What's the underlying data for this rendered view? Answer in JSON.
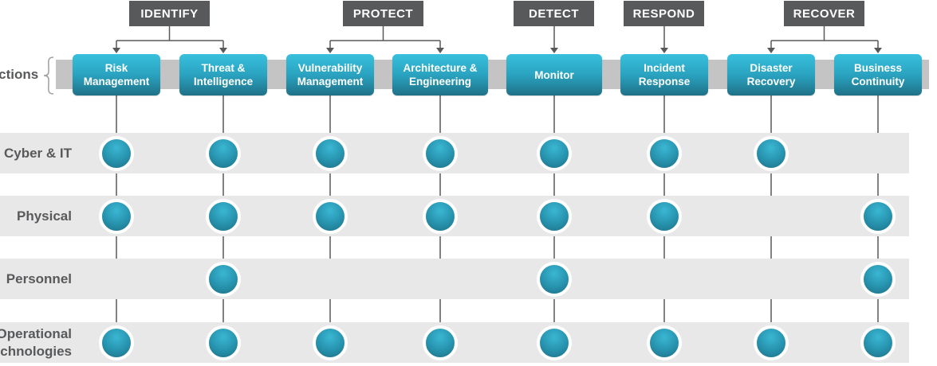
{
  "colors": {
    "phase_box": "#58595b",
    "function_box": "#2aa3c0",
    "function_band": "#c4c4c4",
    "row_band": "#e8e8e8",
    "dot": "#2792ad",
    "connector": "#58595b"
  },
  "functions_label": "Functions",
  "phases": [
    {
      "label": "IDENTIFY",
      "columns": [
        0,
        1
      ]
    },
    {
      "label": "PROTECT",
      "columns": [
        2,
        3
      ]
    },
    {
      "label": "DETECT",
      "columns": [
        4
      ]
    },
    {
      "label": "RESPOND",
      "columns": [
        5
      ]
    },
    {
      "label": "RECOVER",
      "columns": [
        6,
        7
      ]
    }
  ],
  "functions": [
    {
      "line1": "Risk",
      "line2": "Management"
    },
    {
      "line1": "Threat &",
      "line2": "Intelligence"
    },
    {
      "line1": "Vulnerability",
      "line2": "Management"
    },
    {
      "line1": "Architecture &",
      "line2": "Engineering"
    },
    {
      "line1": "Monitor",
      "line2": ""
    },
    {
      "line1": "Incident",
      "line2": "Response"
    },
    {
      "line1": "Disaster",
      "line2": "Recovery"
    },
    {
      "line1": "Business",
      "line2": "Continuity"
    }
  ],
  "rows": [
    {
      "line1": "Cyber & IT",
      "line2": "",
      "coverage": [
        true,
        true,
        true,
        true,
        true,
        true,
        true,
        false
      ]
    },
    {
      "line1": "Physical",
      "line2": "",
      "coverage": [
        true,
        true,
        true,
        true,
        true,
        true,
        false,
        true
      ]
    },
    {
      "line1": "Personnel",
      "line2": "",
      "coverage": [
        false,
        true,
        false,
        false,
        true,
        false,
        false,
        true
      ]
    },
    {
      "line1": "Operational",
      "line2": "Technologies",
      "coverage": [
        true,
        true,
        true,
        true,
        true,
        true,
        true,
        true
      ]
    }
  ]
}
